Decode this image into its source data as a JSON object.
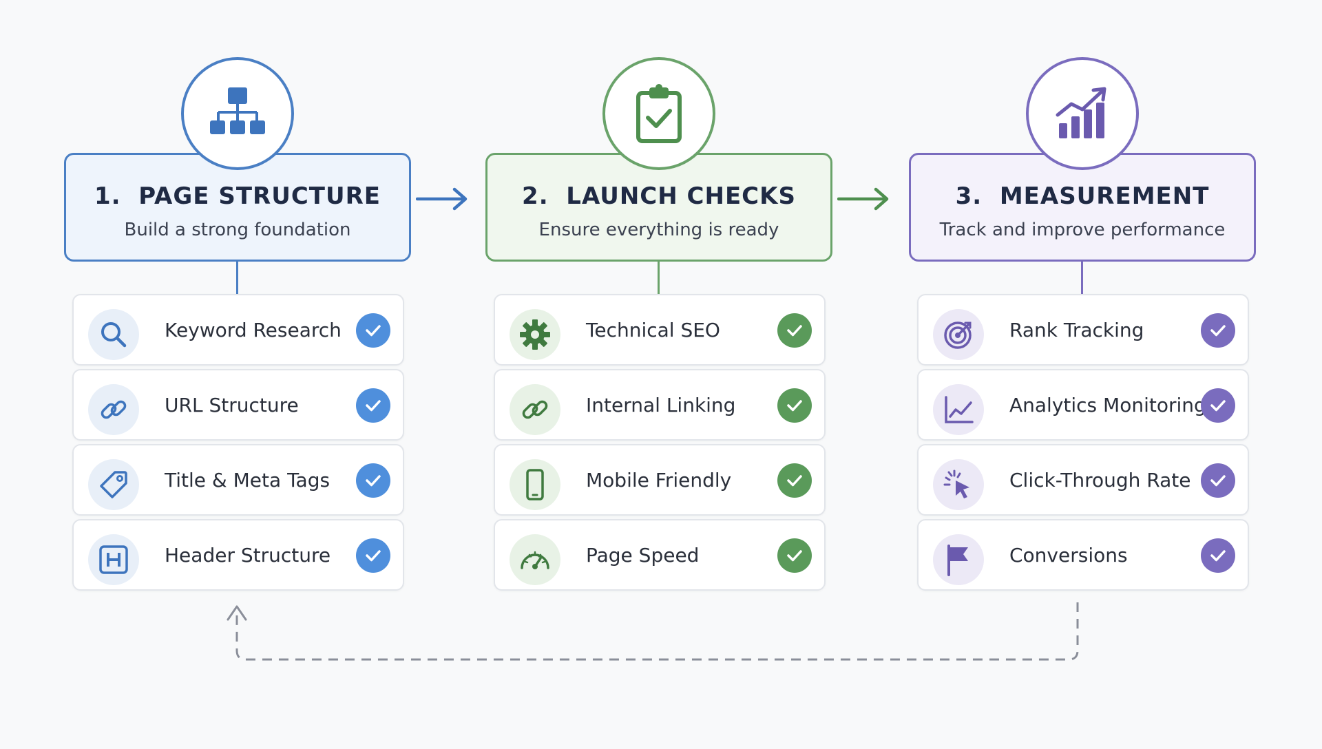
{
  "colors": {
    "blue": "#3d74bd",
    "blue_light": "#eef4fc",
    "blue_icon_bg": "#e8eff8",
    "green": "#4e8f4e",
    "green_light": "#f0f7ee",
    "green_icon_bg": "#e8f2e6",
    "purple": "#6a5aae",
    "purple_light": "#f4f2fb",
    "purple_icon_bg": "#ece9f6",
    "dashed": "#8a8e99"
  },
  "stages": [
    {
      "title": "1.  PAGE STRUCTURE",
      "subtitle": "Build a strong foundation",
      "icon": "sitemap-icon",
      "items": [
        {
          "label": "Keyword Research",
          "icon": "search-icon",
          "checked": true
        },
        {
          "label": "URL Structure",
          "icon": "link-icon",
          "checked": true
        },
        {
          "label": "Title & Meta Tags",
          "icon": "tag-icon",
          "checked": true
        },
        {
          "label": "Header Structure",
          "icon": "header-h-icon",
          "checked": true
        }
      ]
    },
    {
      "title": "2.  LAUNCH CHECKS",
      "subtitle": "Ensure everything is ready",
      "icon": "clipboard-check-icon",
      "items": [
        {
          "label": "Technical SEO",
          "icon": "gear-icon",
          "checked": true
        },
        {
          "label": "Internal Linking",
          "icon": "link-icon",
          "checked": true
        },
        {
          "label": "Mobile Friendly",
          "icon": "smartphone-icon",
          "checked": true
        },
        {
          "label": "Page Speed",
          "icon": "speedometer-icon",
          "checked": true
        }
      ]
    },
    {
      "title": "3.  MEASUREMENT",
      "subtitle": "Track and improve performance",
      "icon": "growth-chart-icon",
      "items": [
        {
          "label": "Rank Tracking",
          "icon": "target-icon",
          "checked": true
        },
        {
          "label": "Analytics Monitoring",
          "icon": "line-chart-icon",
          "checked": true
        },
        {
          "label": "Click-Through Rate",
          "icon": "cursor-click-icon",
          "checked": true
        },
        {
          "label": "Conversions",
          "icon": "flag-icon",
          "checked": true
        }
      ]
    }
  ]
}
